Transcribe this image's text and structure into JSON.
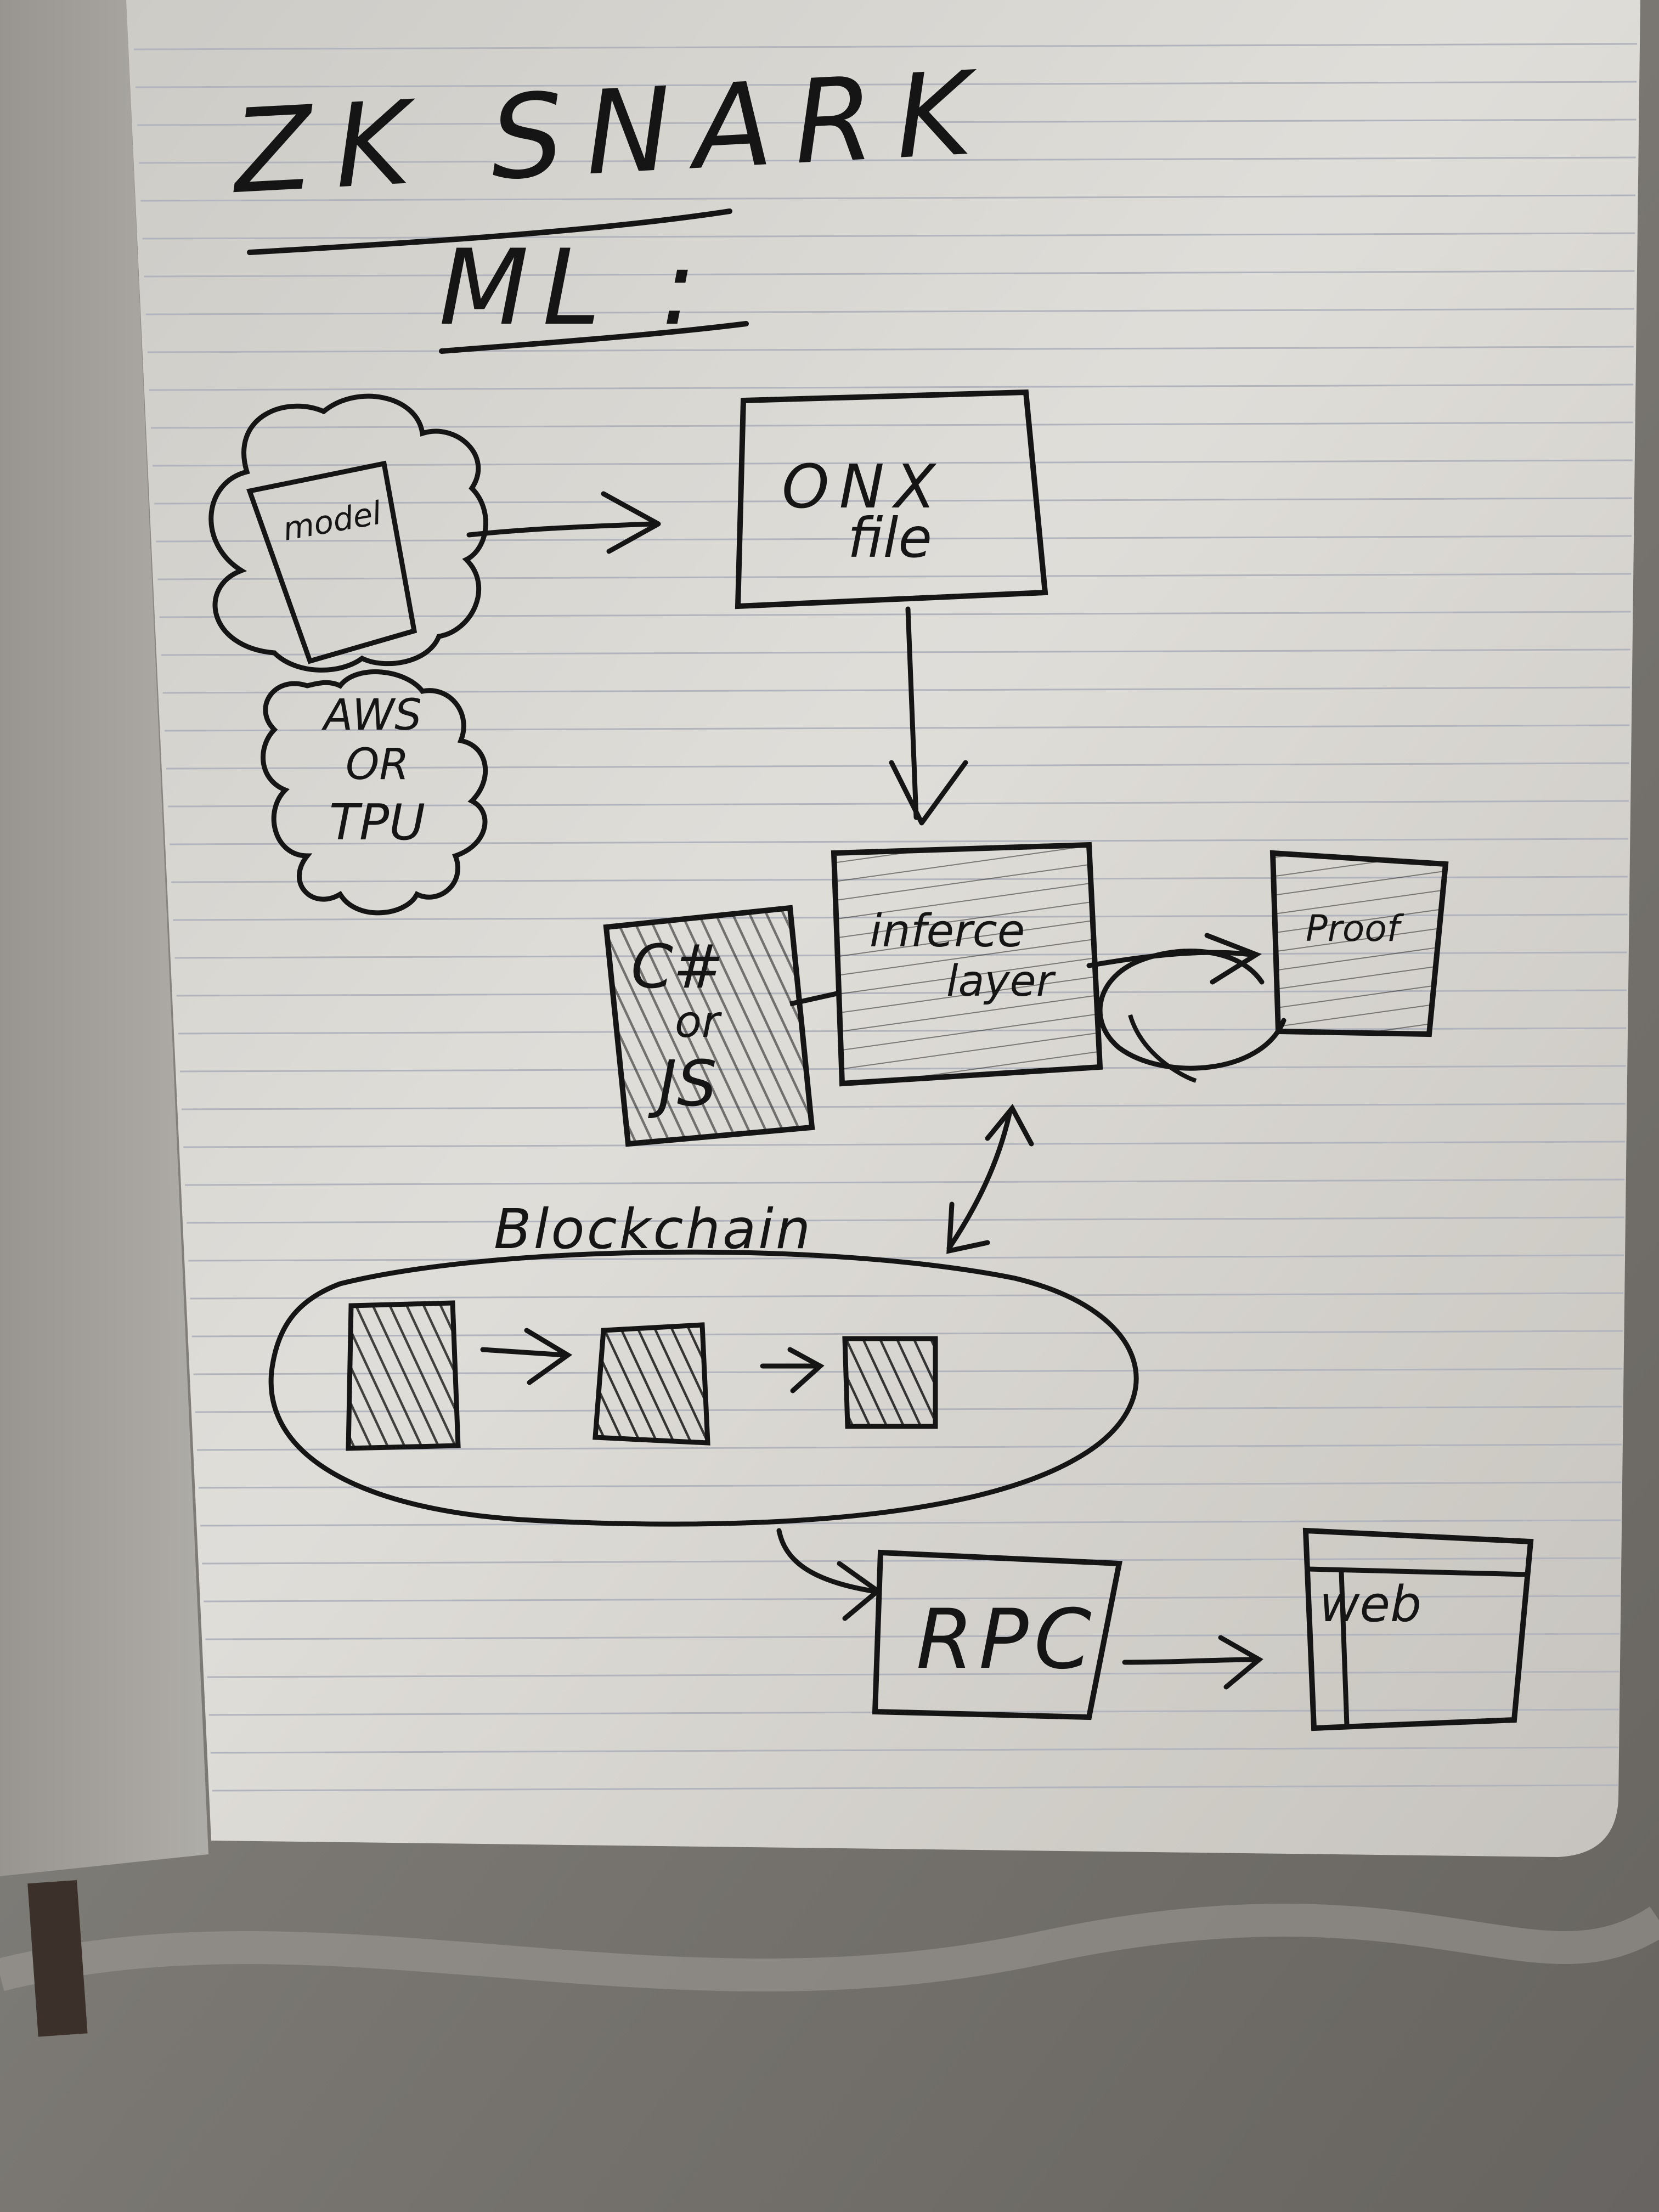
{
  "title": "ZK SNARK",
  "subtitle": "ML :",
  "nodes": {
    "model": "model",
    "compute": [
      "AWS",
      "OR",
      "TPU"
    ],
    "onnx": [
      "ONX",
      "file"
    ],
    "inference": [
      "inferce",
      "layer"
    ],
    "lang": [
      "C#",
      "or",
      "JS"
    ],
    "proof": "Proof",
    "blockchain": "Blockchain",
    "rpc": "RPC",
    "web": "web"
  },
  "colors": {
    "ink": "#161616",
    "paper": "#e9e7e2",
    "rule": "#b9bcc4",
    "cloth": "#8e8b86"
  }
}
